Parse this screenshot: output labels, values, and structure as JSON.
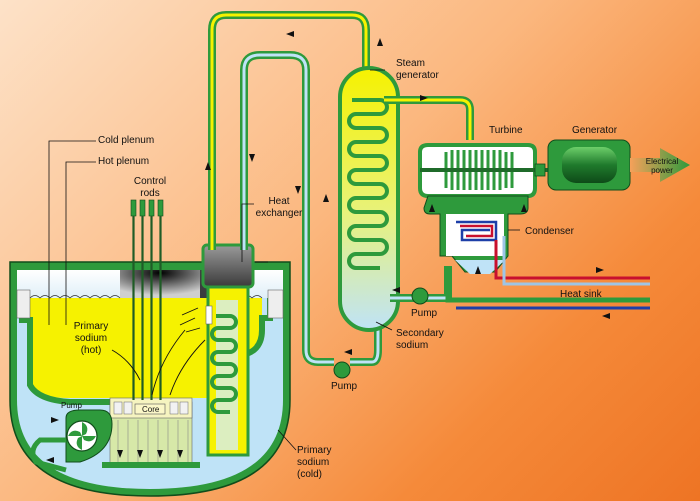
{
  "labels": {
    "cold_plenum": "Cold plenum",
    "hot_plenum": "Hot plenum",
    "control_rods": "Control\nrods",
    "heat_exchanger": "Heat\nexchanger",
    "steam_generator": "Steam\ngenerator",
    "turbine": "Turbine",
    "generator": "Generator",
    "electrical_power": "Electrical\npower",
    "condenser": "Condenser",
    "heat_sink": "Heat sink",
    "pump_condensate": "Pump",
    "secondary_sodium": "Secondary\nsodium",
    "pump_secondary": "Pump",
    "primary_sodium_hot": "Primary\nsodium\n(hot)",
    "primary_sodium_cold": "Primary\nsodium\n(cold)",
    "pump_primary": "Pump",
    "core": "Core"
  },
  "colors": {
    "vessel_green": "#2e9a3c",
    "hot_sodium": "#f6f200",
    "cold_sodium": "#bfe3f7",
    "pipe_dark": "#1f6b2a",
    "hot_line": "#c8102e",
    "cold_line": "#1d3fa8"
  }
}
